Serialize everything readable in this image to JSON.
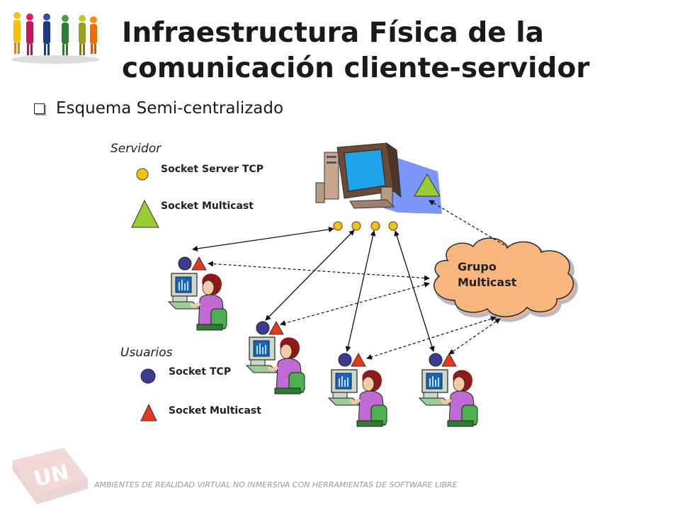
{
  "slide": {
    "title": "Infraestructura Física de la comunicación cliente-servidor",
    "bullet": "Esquema Semi-centralizado",
    "footer": "AMBIENTES DE REALIDAD VIRTUAL NO INMERSIVA CON HERRAMIENTAS DE SOFTWARE LIBRE",
    "logo_text": "UN"
  },
  "legend_server": {
    "heading": "Servidor",
    "circle_label": "Socket Server TCP",
    "triangle_label": "Socket Multicast"
  },
  "legend_users": {
    "heading": "Usuarios",
    "circle_label": "Socket TCP",
    "triangle_label": "Socket Multicast"
  },
  "cloud": {
    "line1": "Grupo",
    "line2": "Multicast"
  },
  "colors": {
    "server_socket": "#f2c300",
    "user_socket": "#3a3d8f",
    "server_multicast": "#99cc33",
    "user_multicast": "#e8381c",
    "cloud_fill": "#f6b67c"
  }
}
